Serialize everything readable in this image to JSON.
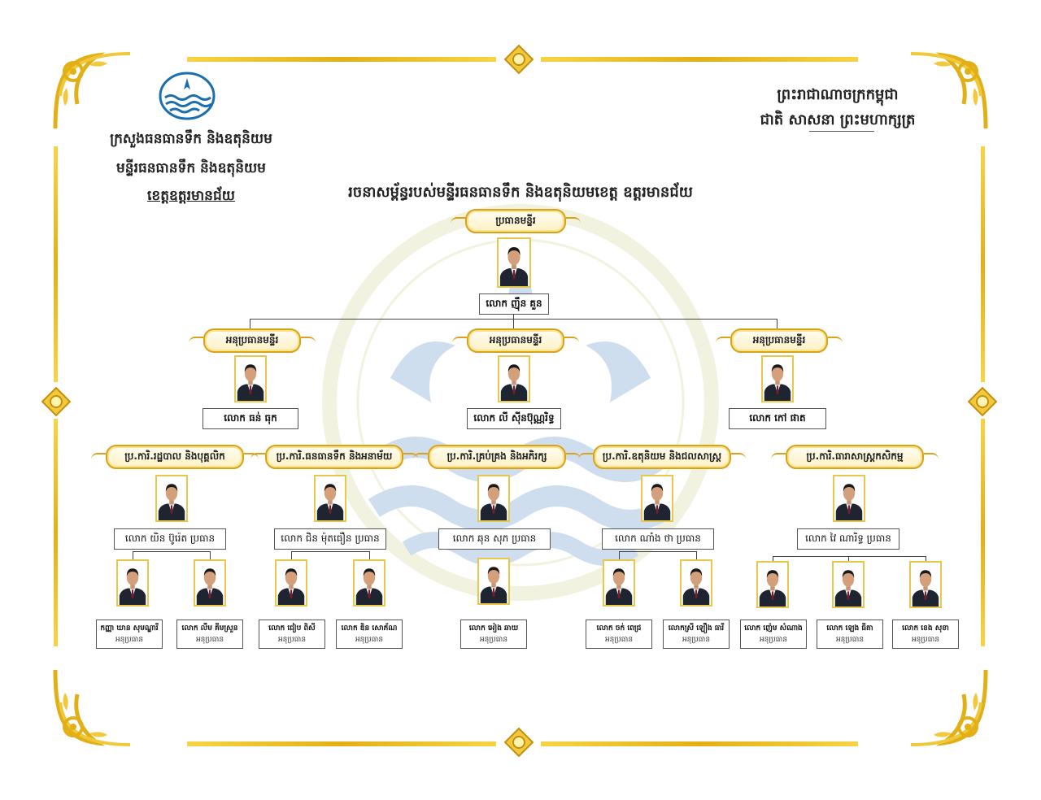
{
  "header": {
    "ministry": "ក្រសួងធនធានទឹក និងឧតុនិយម",
    "department": "មន្ទីរធនធានទឹក និងឧតុនិយម",
    "province": "ខេត្តឧត្តរមានជ័យ",
    "kingdom": "ព្រះរាជាណាចក្រកម្ពុជា",
    "motto": "ជាតិ សាសនា ព្រះមហាក្សត្រ",
    "logo_text": "ក្រសួងធនធានទឹក និងឧតុនិយម"
  },
  "chart_title": "រចនាសម្ព័ន្ធរបស់មន្ទីរធនធានទឹក និងឧតុនិយមខេត្ត ឧត្តរមានជ័យ",
  "director": {
    "title": "ប្រធានមន្ទីរ",
    "name": "លោក ញ៉ឹន គួន"
  },
  "deputies": [
    {
      "title": "អនុប្រធានមន្ទីរ",
      "name": "លោក ធន់ ធុក"
    },
    {
      "title": "អនុប្រធានមន្ទីរ",
      "name": "លោក លី ស៊ីនប៊ុណ្ណរិទ្ធ"
    },
    {
      "title": "អនុប្រធានមន្ទីរ",
      "name": "លោក កៅ ផាត"
    }
  ],
  "offices": [
    {
      "title": "ប្រ.ការិ.រដ្ឋបាល និងបុគ្គលិក",
      "head": "លោក យិន ប៊ូរ៉េត ប្រធាន",
      "deputies": [
        {
          "name": "កញ្ញា ឃាន សុមណ្ឌារី",
          "role": "អនុប្រធាន"
        },
        {
          "name": "លោក លឹម គីមស្រួន",
          "role": "អនុប្រធាន"
        }
      ]
    },
    {
      "title": "ប្រ.ការិ.ធនធានទឹក និងអនាម័យ",
      "head": "លោក ជិន ម៉ុតធឿន ប្រធាន",
      "deputies": [
        {
          "name": "លោក ជៀប ពិសី",
          "role": "អនុប្រធាន"
        },
        {
          "name": "លោក ឌិន សោភ័ណ",
          "role": "អនុប្រធាន"
        }
      ]
    },
    {
      "title": "ប្រ.ការិ.គ្រប់គ្រង និងអភិរក្ស",
      "head": "លោក ឆុន សុភ ប្រធាន",
      "deputies": [
        {
          "name": "លោក អៀង ឆាយ",
          "role": "អនុប្រធាន"
        }
      ]
    },
    {
      "title": "ប្រ.ការិ.ឧតុនិយម និងជលសាស្ត្រ",
      "head": "លោក ណាំង ថា ប្រធាន",
      "deputies": [
        {
          "name": "លោក ចក់ ពេជ្រ",
          "role": "អនុប្រធាន"
        },
        {
          "name": "លោកស្រី ឡឿង ធារី",
          "role": "អនុប្រធាន"
        }
      ]
    },
    {
      "title": "ប្រ.ការិ.ធារាសាស្ត្រកសិកម្ម",
      "head": "លោក វៃ ណារិទ្ធ ប្រធាន",
      "deputies": [
        {
          "name": "លោក ញ៉េម សំណាង",
          "role": "អនុប្រធាន"
        },
        {
          "name": "លោក ឡេង ធីតា",
          "role": "អនុប្រធាន"
        },
        {
          "name": "លោក ខេង សុខា",
          "role": "អនុប្រធាន"
        }
      ]
    }
  ],
  "colors": {
    "gold": "#e2b016",
    "logo_blue": "#1b6fb0",
    "suit": "#1f2530",
    "photo_bg": "#ffffff"
  }
}
